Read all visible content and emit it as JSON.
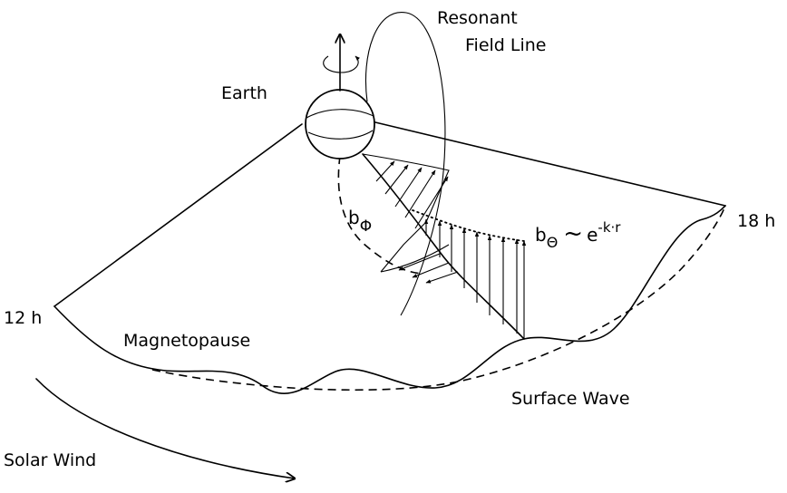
{
  "labels": {
    "resonant": "Resonant",
    "field_line": "Field Line",
    "earth": "Earth",
    "b_phi_base": "b",
    "b_phi_sub": "Φ",
    "b_theta_base": "b",
    "b_theta_sub": "Θ",
    "tilde": "~",
    "exp_base": "e",
    "exp_power": "-k·r",
    "h12": "12 h",
    "h18": "18 h",
    "magnetopause": "Magnetopause",
    "surface_wave": "Surface Wave",
    "solar_wind": "Solar Wind"
  }
}
